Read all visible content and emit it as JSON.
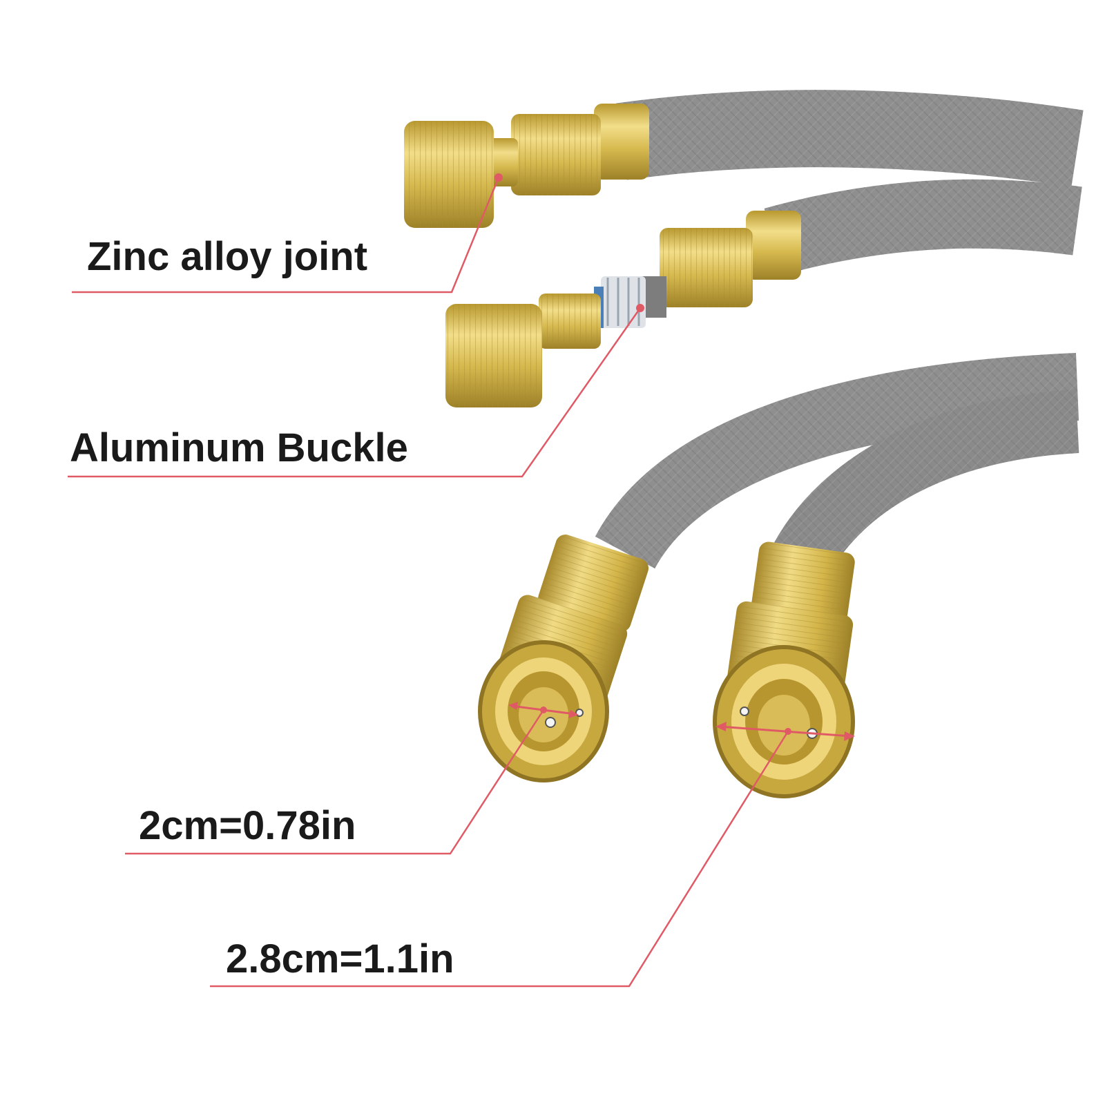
{
  "colors": {
    "background": "#ffffff",
    "hose": "#8f8f8f",
    "hose_shadow": "#6f6f6f",
    "brass": "#d6b94e",
    "brass_light": "#f2de8a",
    "brass_dark": "#9d8128",
    "leader_line": "#e05a66",
    "label_text": "#1a1a1a"
  },
  "labels": {
    "zinc_joint": "Zinc alloy joint",
    "aluminum_buckle": "Aluminum Buckle",
    "inner_diameter": "2cm=0.78in",
    "outer_diameter": "2.8cm=1.1in"
  }
}
